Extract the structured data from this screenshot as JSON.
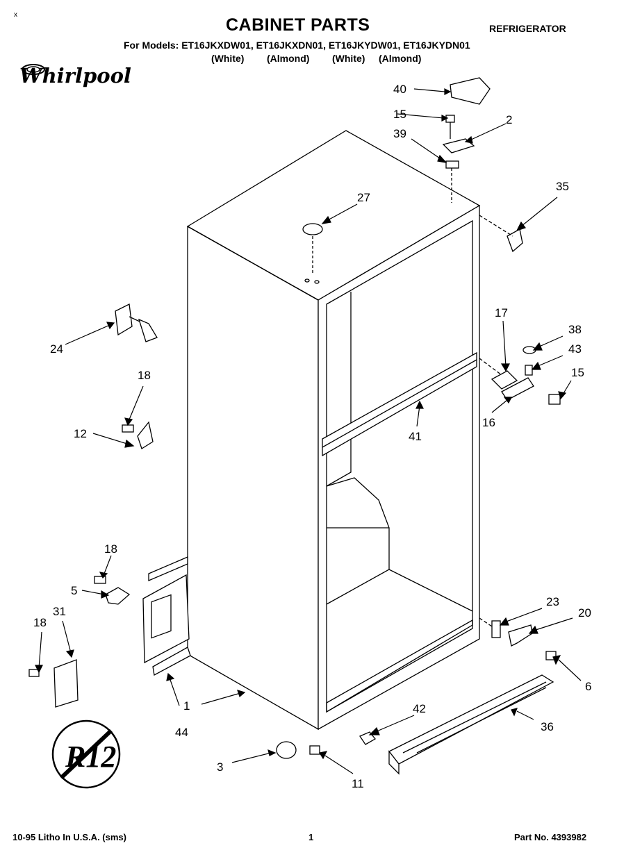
{
  "header": {
    "corner_mark": "x",
    "title": "CABINET PARTS",
    "category": "REFRIGERATOR",
    "models_line": "For Models: ET16JKXDW01, ET16JKXDN01, ET16JKYDW01, ET16JKYDN01",
    "colors": [
      "(White)",
      "(Almond)",
      "(White)",
      "(Almond)"
    ]
  },
  "brand": {
    "logo_text": "Whirlpool"
  },
  "refrigerant_badge": {
    "text": "R12"
  },
  "callouts": {
    "c40": "40",
    "c15a": "15",
    "c2": "2",
    "c39": "39",
    "c35": "35",
    "c27": "27",
    "c24": "24",
    "c18a": "18",
    "c12": "12",
    "c17": "17",
    "c38": "38",
    "c43": "43",
    "c15b": "15",
    "c16": "16",
    "c41": "41",
    "c18b": "18",
    "c5": "5",
    "c31": "31",
    "c18c": "18",
    "c23": "23",
    "c20": "20",
    "c6": "6",
    "c1": "1",
    "c44": "44",
    "c42": "42",
    "c36": "36",
    "c3": "3",
    "c11": "11"
  },
  "footer": {
    "print_info": "10-95 Litho In U.S.A. (sms)",
    "page_number": "1",
    "part_number": "Part No. 4393982"
  }
}
